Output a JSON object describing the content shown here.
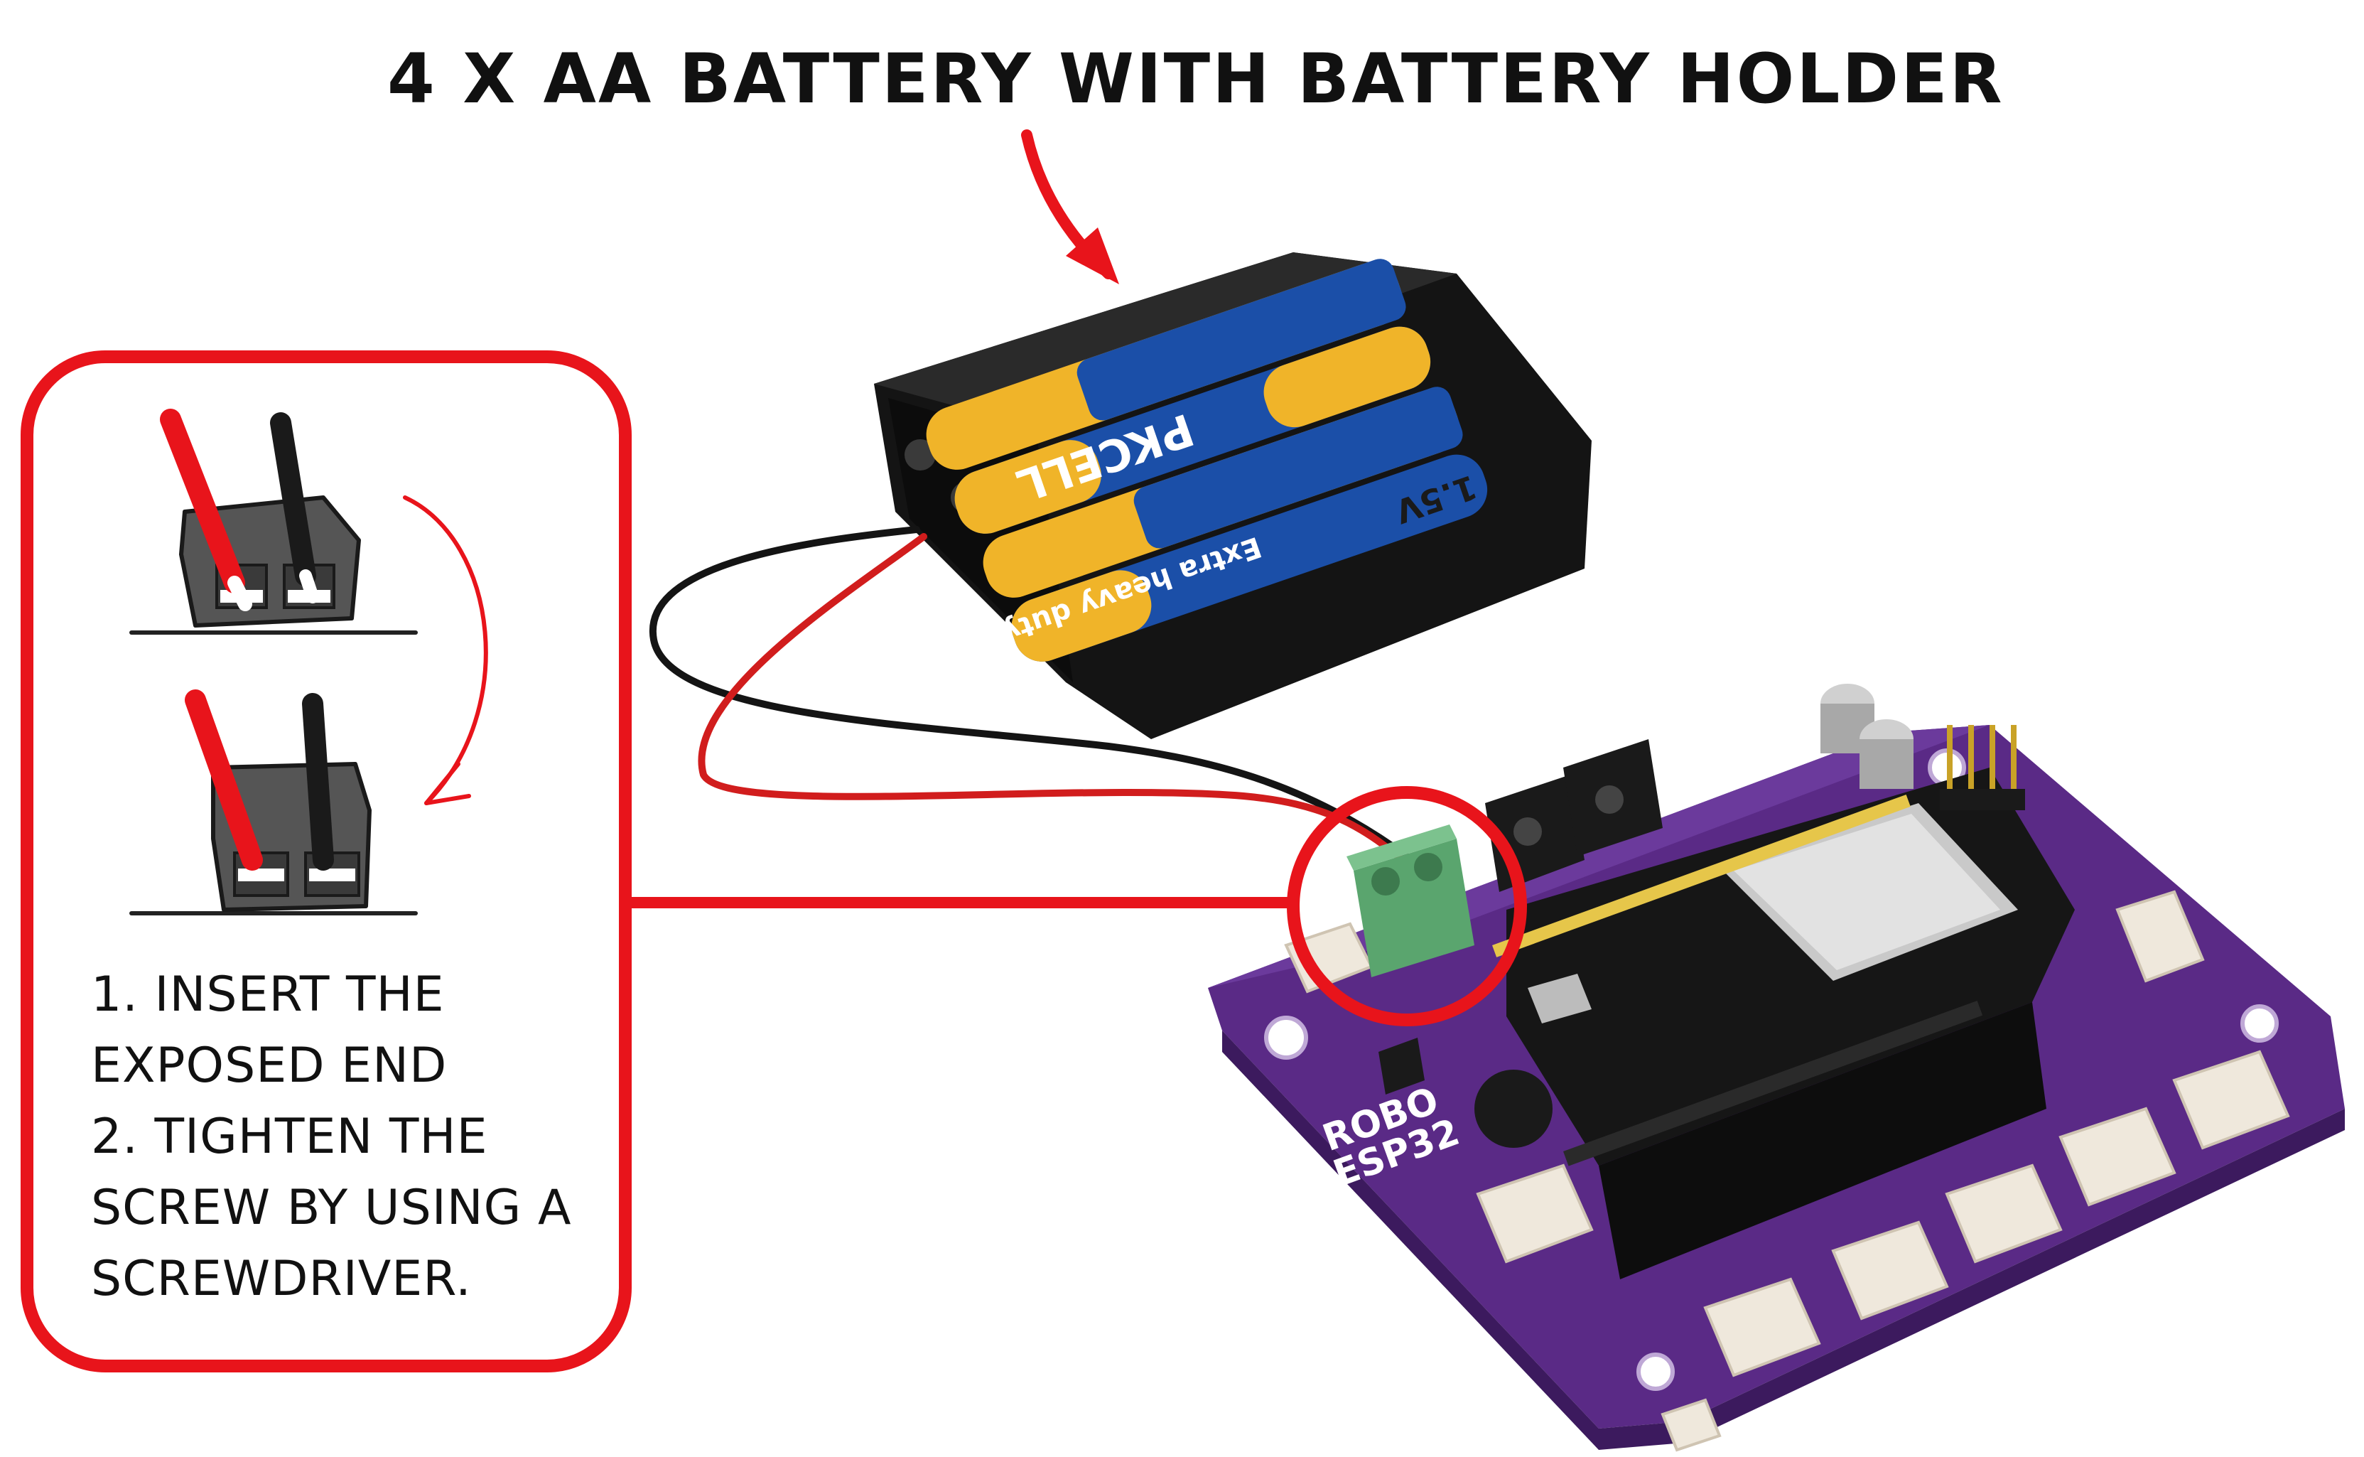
{
  "title": "4 X AA BATTERY WITH BATTERY HOLDER",
  "instructions": [
    "1. INSERT THE",
    "EXPOSED END",
    "2. TIGHTEN THE",
    "SCREW BY USING A",
    "SCREWDRIVER."
  ],
  "colors": {
    "callout_red": "#e8141b",
    "board_purple": "#5a2a86",
    "terminal_green": "#5aa56e",
    "terminal_black": "#1a1a1a",
    "battery_blue": "#1b4fa8",
    "battery_yellow": "#f0b429",
    "holder_black": "#141414",
    "connector_cream": "#efe8dc"
  },
  "board_labels": {
    "brand_line1": "ROBO",
    "brand_line2": "ESP32"
  },
  "battery_labels": {
    "brand": "PKCELL",
    "rating": "1.5V",
    "tag": "Extra heavy duty"
  }
}
